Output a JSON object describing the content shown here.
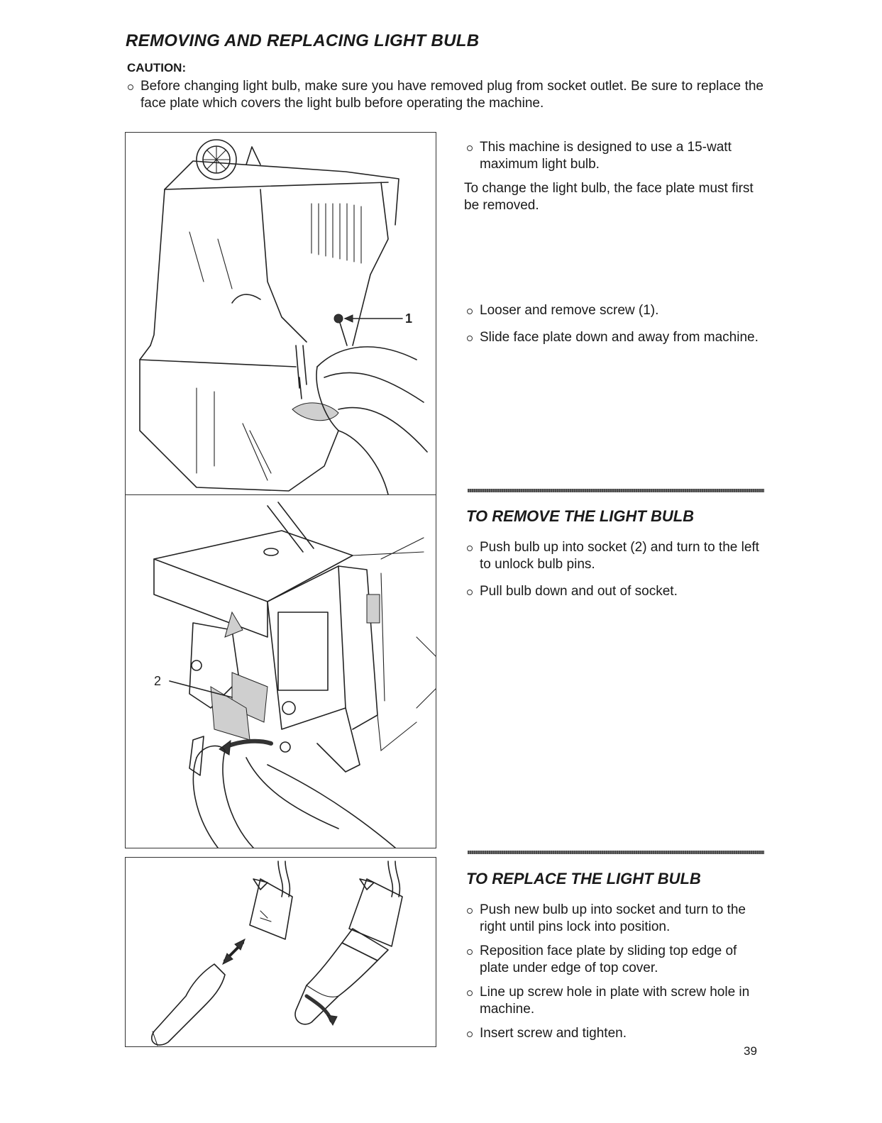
{
  "page": {
    "title": "REMOVING AND REPLACING LIGHT BULB",
    "caution_label": "CAUTION:",
    "caution_text": "Before changing light bulb, make sure you have removed plug from socket outlet. Be sure to replace the face plate which covers the light bulb before operating the machine.",
    "page_number": "39"
  },
  "intro": {
    "bullet_1": "This machine is designed to use a 15-watt maximum light bulb.",
    "paragraph": "To change the light bulb, the face plate must first be removed.",
    "bullet_2": "Looser and remove screw (1).",
    "bullet_3": "Slide face plate down and away from machine."
  },
  "remove_section": {
    "heading": "TO REMOVE THE LIGHT BULB",
    "bullet_1": "Push bulb up into socket (2) and turn to the left to unlock bulb pins.",
    "bullet_2": "Pull bulb down and out of socket."
  },
  "replace_section": {
    "heading": "TO REPLACE THE LIGHT BULB",
    "bullet_1": "Push new bulb up into socket and turn to the right until pins lock into position.",
    "bullet_2": "Reposition face plate by sliding top edge of plate under edge of top cover.",
    "bullet_3": "Line up screw hole in plate with screw hole in machine.",
    "bullet_4": "Insert screw and tighten."
  },
  "figures": {
    "fig1_callout": "1",
    "fig2_callout": "2"
  }
}
